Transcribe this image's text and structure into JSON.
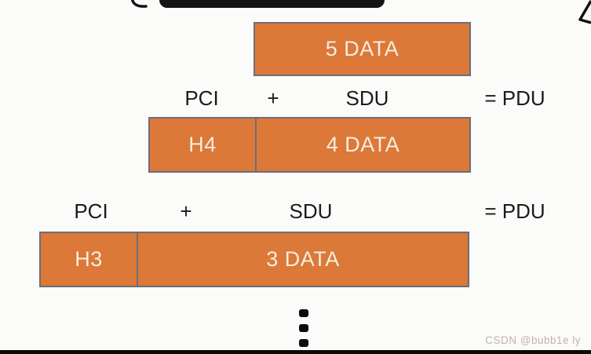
{
  "colors": {
    "box_fill": "#dc7838",
    "box_border": "#6d6e78",
    "box_text": "#f5eee0",
    "label_text": "#1b1b1b",
    "watermark_text": "#c3b2ae",
    "letterbox": "#0a0a0a"
  },
  "diagram": {
    "layer5": {
      "data": "5 DATA"
    },
    "equation_row_4": {
      "pci": "PCI",
      "plus": "+",
      "sdu": "SDU",
      "result": "= PDU"
    },
    "layer4": {
      "header": "H4",
      "data": "4 DATA"
    },
    "equation_row_3": {
      "pci": "PCI",
      "plus": "+",
      "sdu": "SDU",
      "result": "= PDU"
    },
    "layer3": {
      "header": "H3",
      "data": "3 DATA"
    },
    "ellipsis": {
      "icon": "vertical-ellipsis-dots",
      "dot_count": 3
    }
  },
  "watermark": {
    "text": "CSDN @bubb1e ly"
  }
}
